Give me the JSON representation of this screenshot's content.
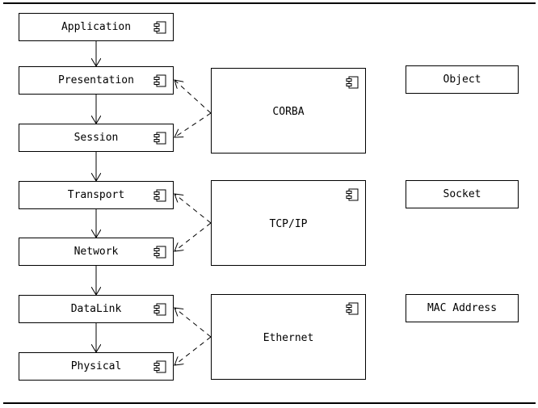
{
  "layers": [
    {
      "label": "Application"
    },
    {
      "label": "Presentation"
    },
    {
      "label": "Session"
    },
    {
      "label": "Transport"
    },
    {
      "label": "Network"
    },
    {
      "label": "DataLink"
    },
    {
      "label": "Physical"
    }
  ],
  "implementations": [
    {
      "label": "CORBA"
    },
    {
      "label": "TCP/IP"
    },
    {
      "label": "Ethernet"
    }
  ],
  "concepts": [
    {
      "label": "Object"
    },
    {
      "label": "Socket"
    },
    {
      "label": "MAC Address"
    }
  ],
  "icon": "component-icon"
}
